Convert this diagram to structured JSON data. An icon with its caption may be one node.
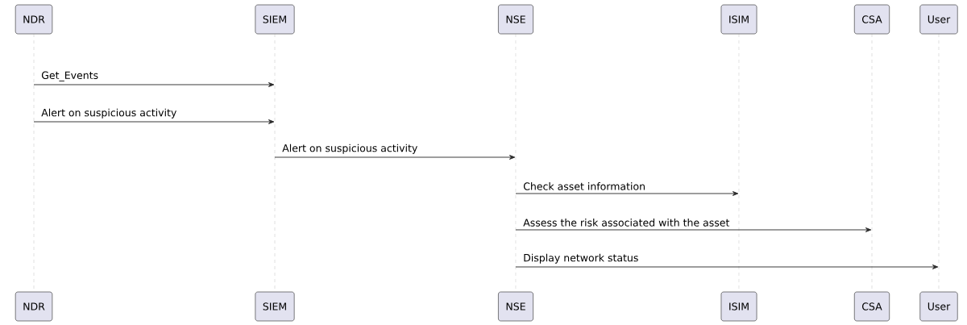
{
  "diagram": {
    "nodes": [
      {
        "text": [
          "NDR"
        ]
      },
      {
        "text": [
          "SIEM"
        ]
      },
      {
        "text": [
          "NSE"
        ]
      },
      {
        "text": [
          "ISIM"
        ]
      },
      {
        "text": [
          "CSA"
        ]
      },
      {
        "text": [
          "User"
        ]
      },
      {
        "text": [],
        "shape": "line"
      },
      {
        "text": [],
        "shape": "line"
      },
      {
        "text": [],
        "shape": "line"
      },
      {
        "text": [],
        "shape": "line"
      },
      {
        "text": [],
        "shape": "line"
      },
      {
        "text": [],
        "shape": "line"
      },
      {
        "text": [
          "NDR"
        ]
      },
      {
        "text": [
          "SIEM"
        ]
      },
      {
        "text": [
          "NSE"
        ]
      },
      {
        "text": [
          "ISIM"
        ]
      },
      {
        "text": [
          "CSA"
        ]
      },
      {
        "text": [
          "User"
        ]
      }
    ],
    "edges": [
      {
        "from": 6,
        "to": 7,
        "arrow": "to",
        "label": "Get_Events"
      },
      {
        "from": 6,
        "to": 7,
        "arrow": "to",
        "label": "Alert on suspicious activity"
      },
      {
        "from": 7,
        "to": 8,
        "arrow": "to",
        "label": "Alert on suspicious activity"
      },
      {
        "from": 8,
        "to": 9,
        "arrow": "to",
        "label": "Check asset information"
      },
      {
        "from": 8,
        "to": 10,
        "arrow": "to",
        "label": "Assess the risk associated with the asset"
      },
      {
        "from": 8,
        "to": 11,
        "arrow": "to",
        "label": "Display network status"
      }
    ]
  }
}
